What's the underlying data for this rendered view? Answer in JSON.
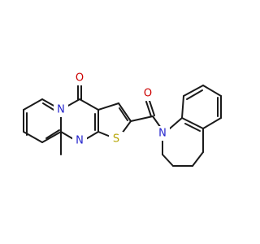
{
  "molecule": {
    "colors": {
      "bond": "#1a1a1a",
      "N": "#2222cc",
      "O": "#cc0000",
      "S": "#b5a400"
    },
    "atom_labels": {
      "n_pyrido": "N",
      "n_pyrimidine": "N",
      "n_quinoline": "N",
      "o_ketone": "O",
      "o_amide": "O",
      "s_thiophene": "S"
    }
  }
}
